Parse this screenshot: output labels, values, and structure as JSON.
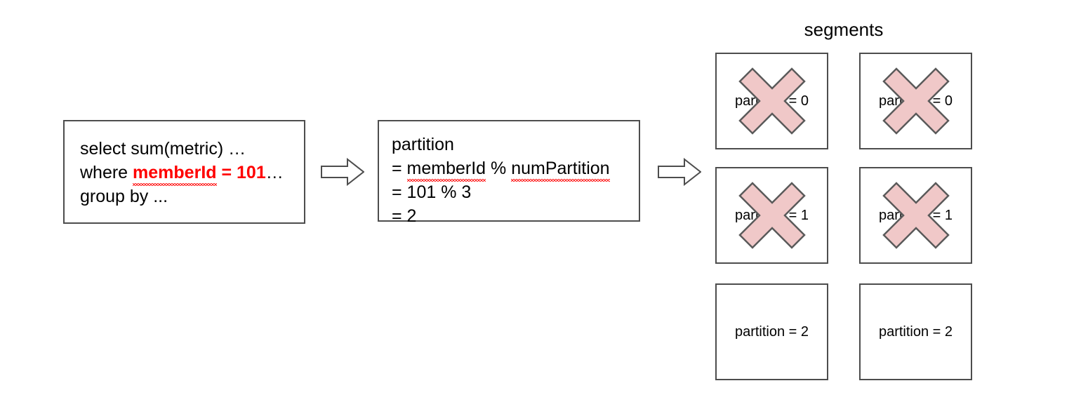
{
  "diagram": {
    "title": "segments",
    "query_box": {
      "lines": [
        {
          "text": "select sum(metric) …"
        },
        {
          "prefix": "where ",
          "highlight": "memberId",
          "highlight_tail": " = 101",
          "suffix": "…"
        },
        {
          "text": "group by ..."
        }
      ],
      "line1": "select sum(metric) …",
      "line2_prefix": "where ",
      "line2_highlight": "memberId",
      "line2_highlight_tail": " = 101",
      "line2_suffix": "…",
      "line3": "group by ..."
    },
    "partition_box": {
      "line1": "partition",
      "line2_eq": "= ",
      "line2_term1": "memberId",
      "line2_op": " % ",
      "line2_term2": "numPartition",
      "line3": "= 101 % 3",
      "line4": "= 2"
    },
    "arrows": [
      {
        "name": "arrow-query-to-partition"
      },
      {
        "name": "arrow-partition-to-segments"
      }
    ],
    "segments": {
      "rows": [
        {
          "label": "partition = 0",
          "crossed_out": true,
          "cells": [
            {
              "label": "partition = 0",
              "crossed_out": true
            },
            {
              "label": "partition = 0",
              "crossed_out": true
            }
          ]
        },
        {
          "label": "partition = 1",
          "crossed_out": true,
          "cells": [
            {
              "label": "partition = 1",
              "crossed_out": true
            },
            {
              "label": "partition = 1",
              "crossed_out": true
            }
          ]
        },
        {
          "label": "partition = 2",
          "crossed_out": false,
          "cells": [
            {
              "label": "partition = 2",
              "crossed_out": false
            },
            {
              "label": "partition = 2",
              "crossed_out": false
            }
          ]
        }
      ]
    }
  },
  "colors": {
    "box_border": "#4d4d4d",
    "cross_fill": "#f0c8c8",
    "cross_stroke": "#5a5a5a",
    "highlight_text": "#ff0000",
    "squiggle": "#ff2b2b",
    "background": "#ffffff",
    "text": "#000000"
  }
}
